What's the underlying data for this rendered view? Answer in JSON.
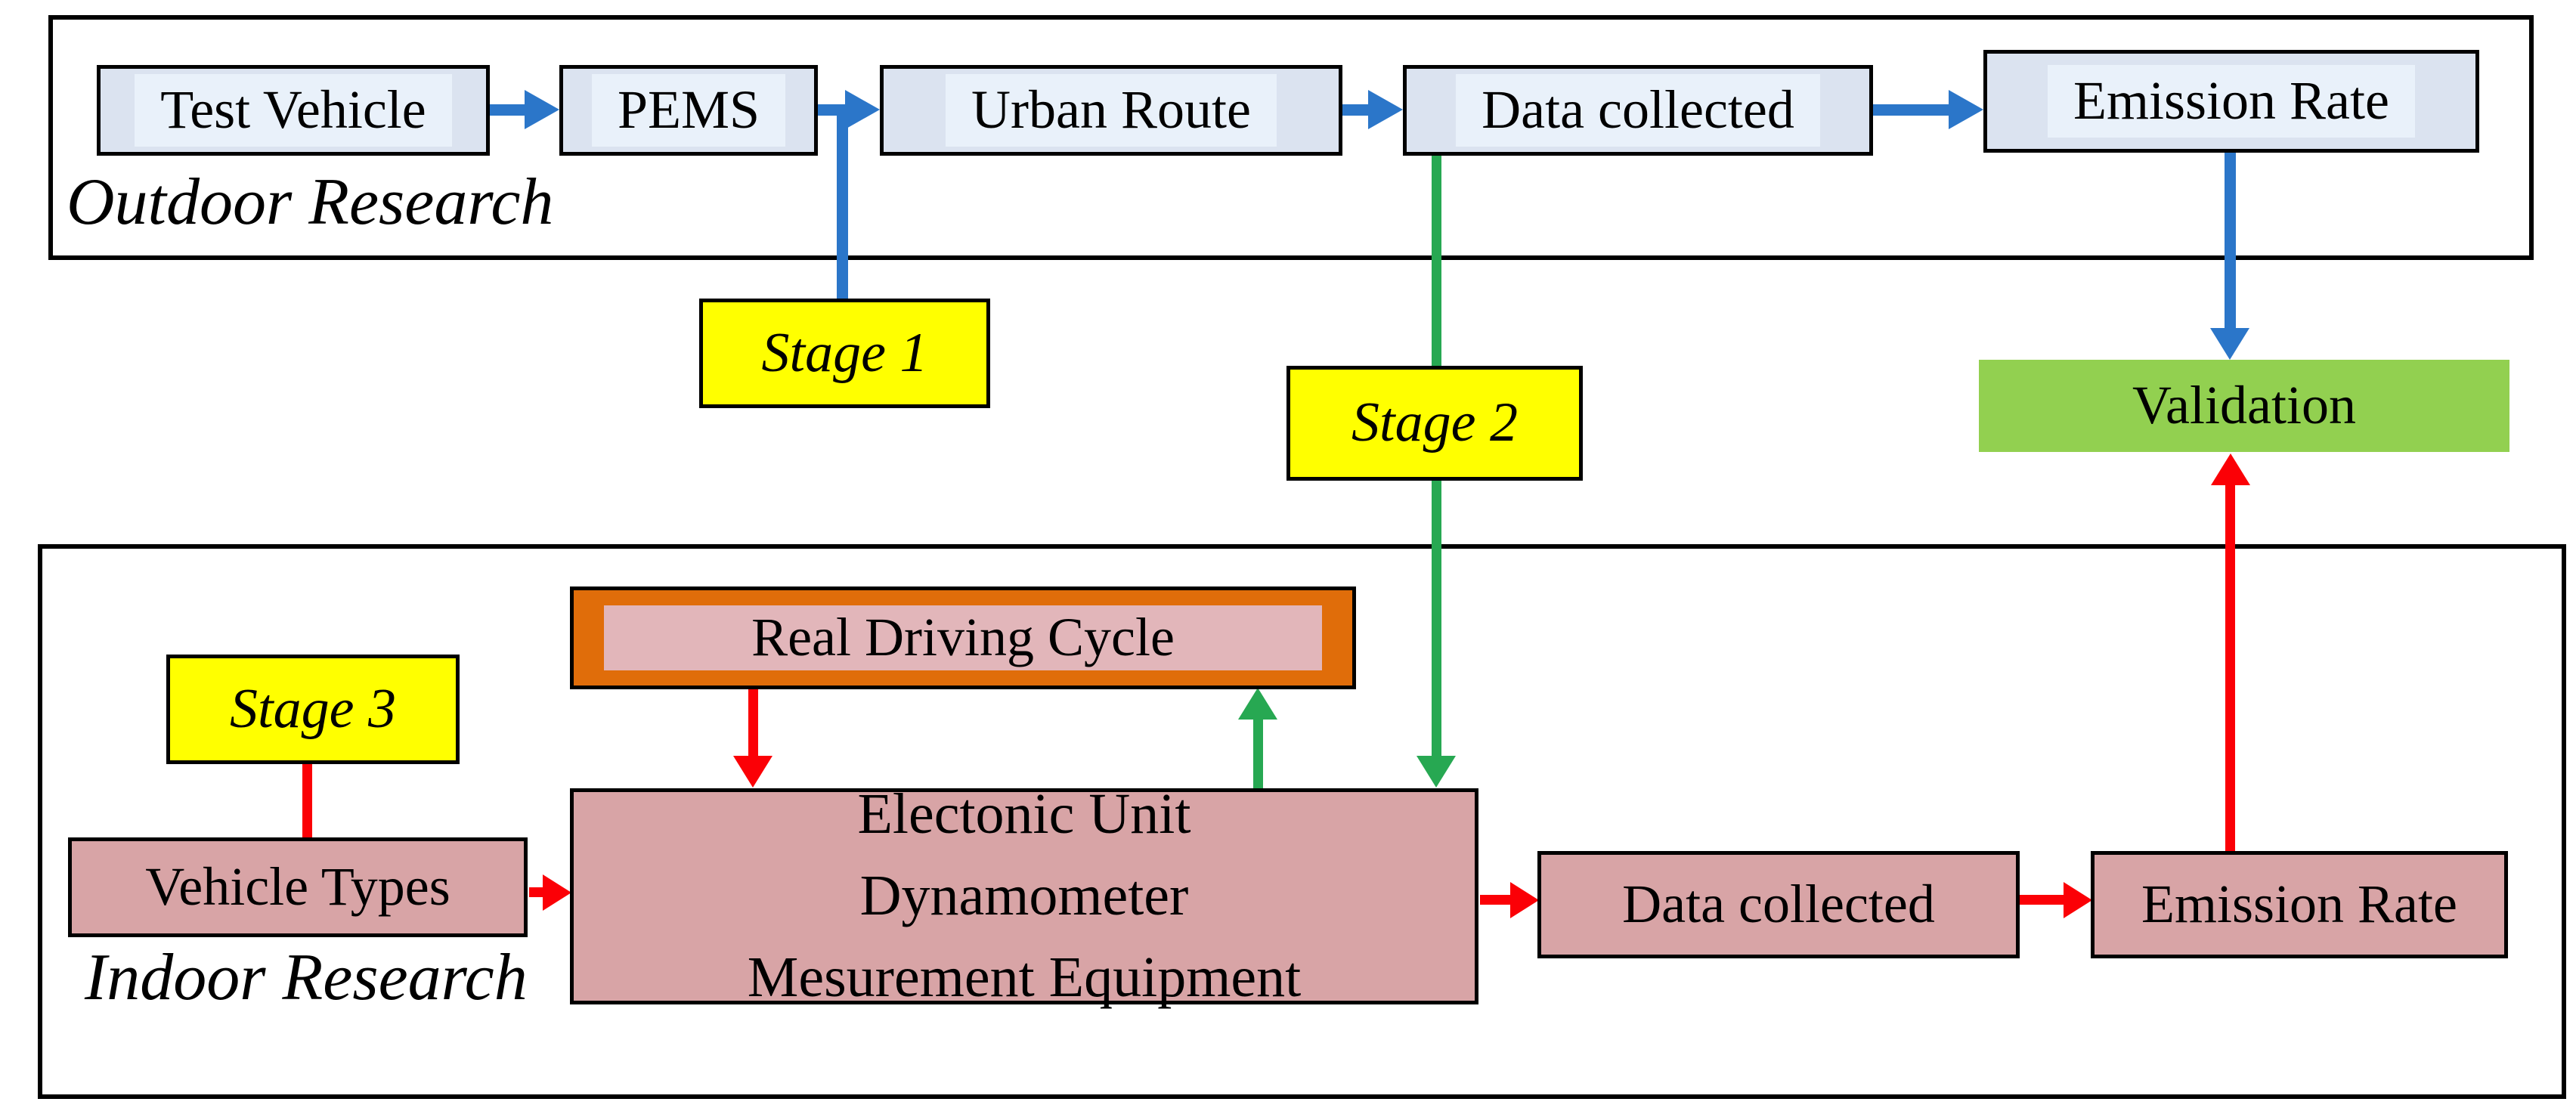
{
  "figure": {
    "outdoor": {
      "label": "Outdoor Research",
      "test_vehicle": "Test Vehicle",
      "pems": "PEMS",
      "urban_route": "Urban Route",
      "data_collected": "Data collected",
      "emission_rate": "Emission Rate"
    },
    "stages": {
      "stage1": "Stage 1",
      "stage2": "Stage 2",
      "stage3": "Stage 3"
    },
    "validation": "Validation",
    "indoor": {
      "label": "Indoor Research",
      "real_driving_cycle": "Real Driving Cycle",
      "vehicle_types": "Vehicle Types",
      "electronic_unit_line1": "Electonic Unit",
      "electronic_unit_line2": "Dynamometer",
      "electronic_unit_line3": "Mesurement Equipment",
      "data_collected": "Data collected",
      "emission_rate": "Emission Rate"
    },
    "edges": [
      {
        "from": "Test Vehicle",
        "to": "PEMS",
        "color": "blue"
      },
      {
        "from": "PEMS",
        "to": "Urban Route",
        "color": "blue"
      },
      {
        "from": "Urban Route",
        "to": "Data collected",
        "color": "blue"
      },
      {
        "from": "Data collected",
        "to": "Emission Rate",
        "color": "blue"
      },
      {
        "from": "PEMS-Urban Route arrow",
        "to": "Stage 1",
        "color": "blue"
      },
      {
        "from": "Emission Rate (outdoor)",
        "to": "Validation",
        "color": "blue"
      },
      {
        "from": "Data collected (outdoor)",
        "to": "Electonic Unit Dynamometer Mesurement Equipment",
        "color": "green",
        "via": "Stage 2"
      },
      {
        "from": "Electonic Unit Dynamometer Mesurement Equipment",
        "to": "Real Driving Cycle",
        "color": "green"
      },
      {
        "from": "Real Driving Cycle",
        "to": "Electonic Unit Dynamometer Mesurement Equipment",
        "color": "red"
      },
      {
        "from": "Stage 3",
        "to": "Vehicle Types",
        "color": "red"
      },
      {
        "from": "Vehicle Types",
        "to": "Electonic Unit Dynamometer Mesurement Equipment",
        "color": "red"
      },
      {
        "from": "Electonic Unit Dynamometer Mesurement Equipment",
        "to": "Data collected (indoor)",
        "color": "red"
      },
      {
        "from": "Data collected (indoor)",
        "to": "Emission Rate (indoor)",
        "color": "red"
      },
      {
        "from": "Emission Rate (indoor)",
        "to": "Validation",
        "color": "red"
      }
    ]
  },
  "colors": {
    "arrow_blue": "#2b76c9",
    "arrow_green": "#27a852",
    "arrow_red": "#fb0006",
    "box_blue": "#dbe3f0",
    "box_blue_light": "#e9f1fa",
    "box_pink": "#d8a4a6",
    "box_pink_light": "#e2b6ba",
    "stage_yellow": "#ffff00",
    "validation_green": "#92d050",
    "rdc_orange": "#e06d0a",
    "line_black": "#000000"
  }
}
